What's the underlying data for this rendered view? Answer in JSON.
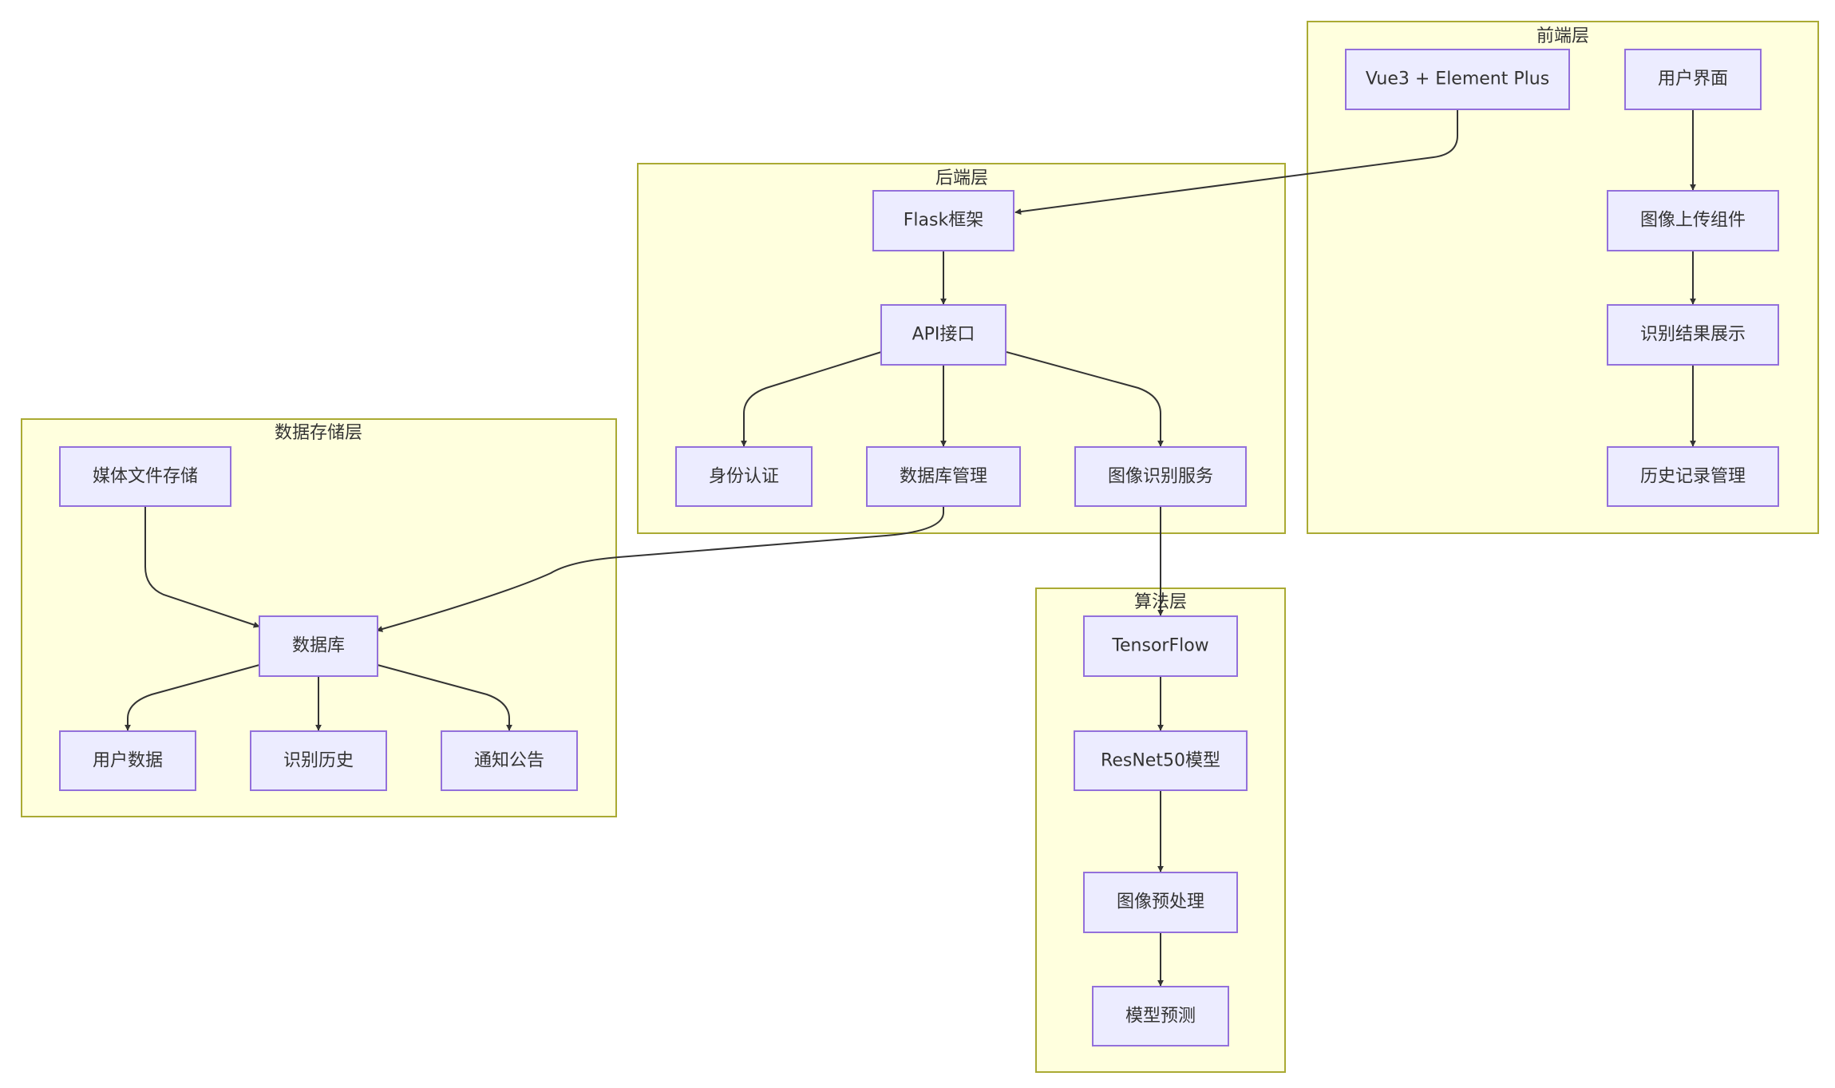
{
  "clusters": {
    "frontend": "前端层",
    "backend": "后端层",
    "storage": "数据存储层",
    "algorithm": "算法层"
  },
  "nodes": {
    "vue3": "Vue3 + Element Plus",
    "ui": "用户界面",
    "upload": "图像上传组件",
    "result": "识别结果展示",
    "history_mgmt": "历史记录管理",
    "flask": "Flask框架",
    "api": "API接口",
    "auth": "身份认证",
    "db_mgmt": "数据库管理",
    "img_service": "图像识别服务",
    "media": "媒体文件存储",
    "database": "数据库",
    "user_data": "用户数据",
    "rec_history": "识别历史",
    "notice": "通知公告",
    "tensorflow": "TensorFlow",
    "resnet": "ResNet50模型",
    "preprocess": "图像预处理",
    "predict": "模型预测"
  },
  "edges": [
    [
      "vue3",
      "flask"
    ],
    [
      "ui",
      "upload"
    ],
    [
      "upload",
      "result"
    ],
    [
      "result",
      "history_mgmt"
    ],
    [
      "flask",
      "api"
    ],
    [
      "api",
      "auth"
    ],
    [
      "api",
      "db_mgmt"
    ],
    [
      "api",
      "img_service"
    ],
    [
      "img_service",
      "tensorflow"
    ],
    [
      "db_mgmt",
      "database"
    ],
    [
      "media",
      "database"
    ],
    [
      "database",
      "user_data"
    ],
    [
      "database",
      "rec_history"
    ],
    [
      "database",
      "notice"
    ],
    [
      "tensorflow",
      "resnet"
    ],
    [
      "resnet",
      "preprocess"
    ],
    [
      "preprocess",
      "predict"
    ]
  ]
}
